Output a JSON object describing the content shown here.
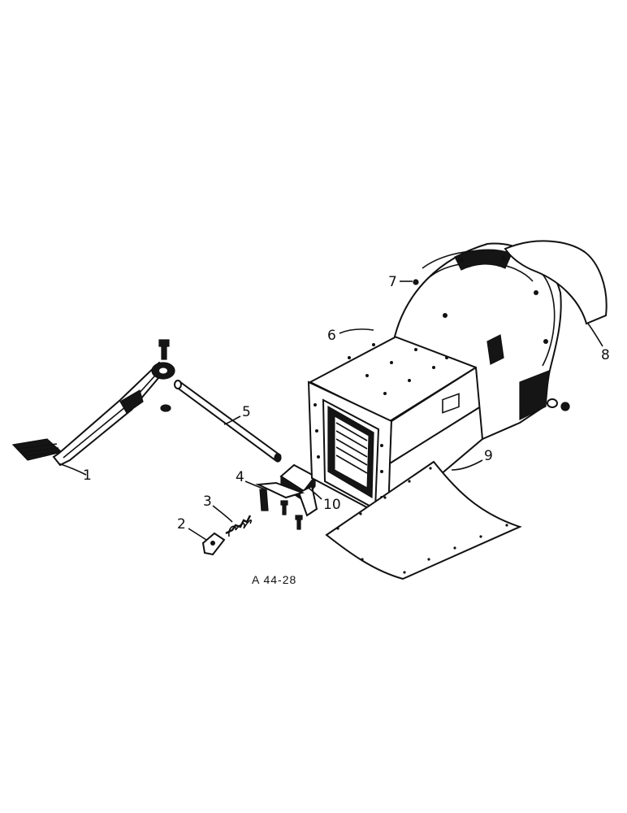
{
  "callouts": [
    {
      "id": "1",
      "text": "1"
    },
    {
      "id": "2",
      "text": "2"
    },
    {
      "id": "3",
      "text": "3"
    },
    {
      "id": "4",
      "text": "4"
    },
    {
      "id": "5",
      "text": "5"
    },
    {
      "id": "6",
      "text": "6"
    },
    {
      "id": "7",
      "text": "7"
    },
    {
      "id": "8",
      "text": "8"
    },
    {
      "id": "9",
      "text": "9"
    },
    {
      "id": "10",
      "text": "10"
    }
  ],
  "reference_code": "A 44-28"
}
